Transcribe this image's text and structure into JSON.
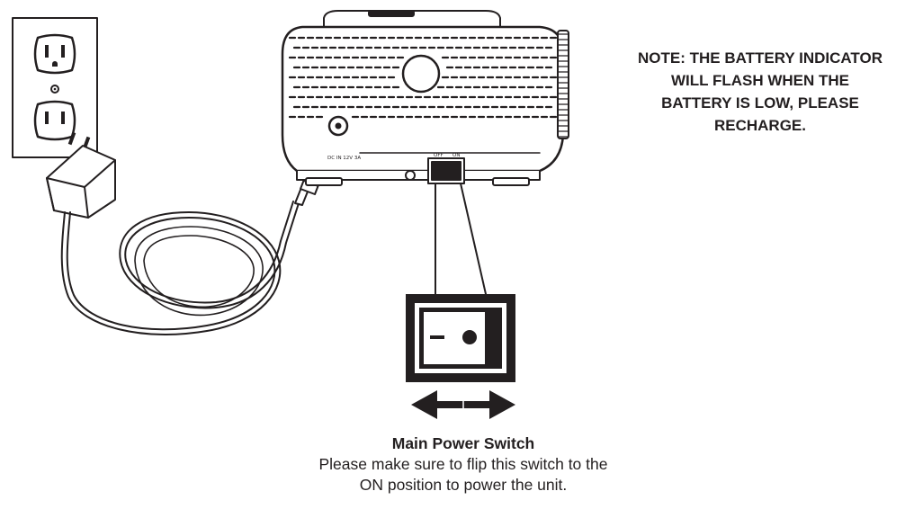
{
  "note": {
    "lines": [
      "NOTE: THE BATTERY INDICATOR",
      "WILL FLASH WHEN THE",
      "BATTERY IS  LOW, PLEASE",
      "RECHARGE."
    ]
  },
  "caption": {
    "title": "Main Power Switch",
    "lines": [
      "Please make sure to flip this switch to the",
      "ON position to power the unit."
    ]
  },
  "device": {
    "dc_jack_label": "DC IN 12V 3A",
    "switch_off_mark": "OFF",
    "switch_on_mark": "ON"
  },
  "icons": {
    "outlet": "wall-outlet-icon",
    "adapter": "power-adapter-icon",
    "switch": "rocker-switch-icon",
    "arrow": "double-arrow-icon"
  },
  "colors": {
    "line": "#231f20",
    "background": "#ffffff"
  }
}
